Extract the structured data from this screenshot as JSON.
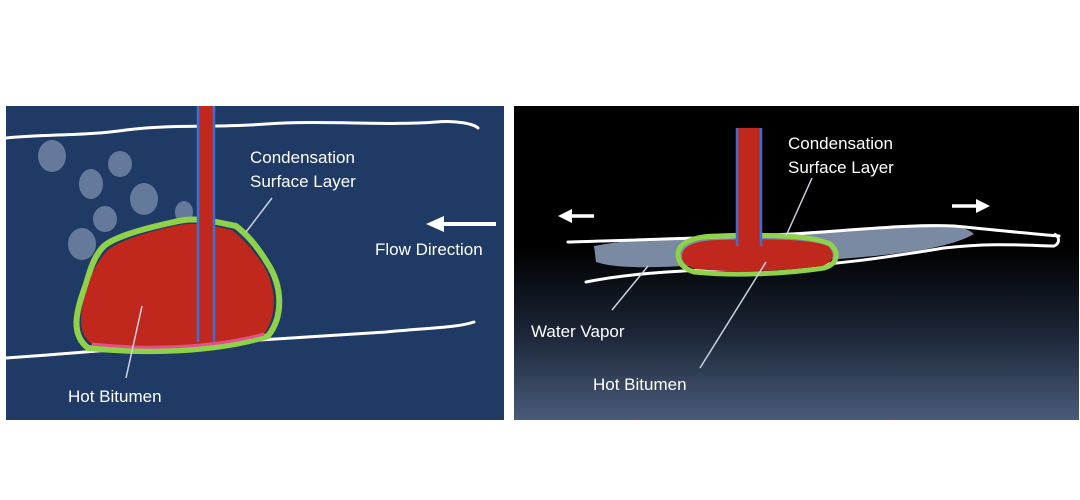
{
  "left_panel": {
    "condensation_label": [
      "Condensation",
      "Surface Layer"
    ],
    "flow_direction_label": "Flow Direction",
    "hot_bitumen_label": "Hot Bitumen"
  },
  "right_panel": {
    "condensation_label": [
      "Condensation",
      "Surface Layer"
    ],
    "water_vapor_label": "Water Vapor",
    "hot_bitumen_label": "Hot Bitumen"
  },
  "colors": {
    "left_background": "#1f3a64",
    "right_background_top": "#000000",
    "right_background_bottom": "#4a5a7a",
    "bitumen": "#c0281e",
    "condensation_layer": "#8ed14a",
    "injection_pipe": "#3a6fd8",
    "water_vapor": "#7a8aa3",
    "rock_boundary": "#ffffff"
  }
}
